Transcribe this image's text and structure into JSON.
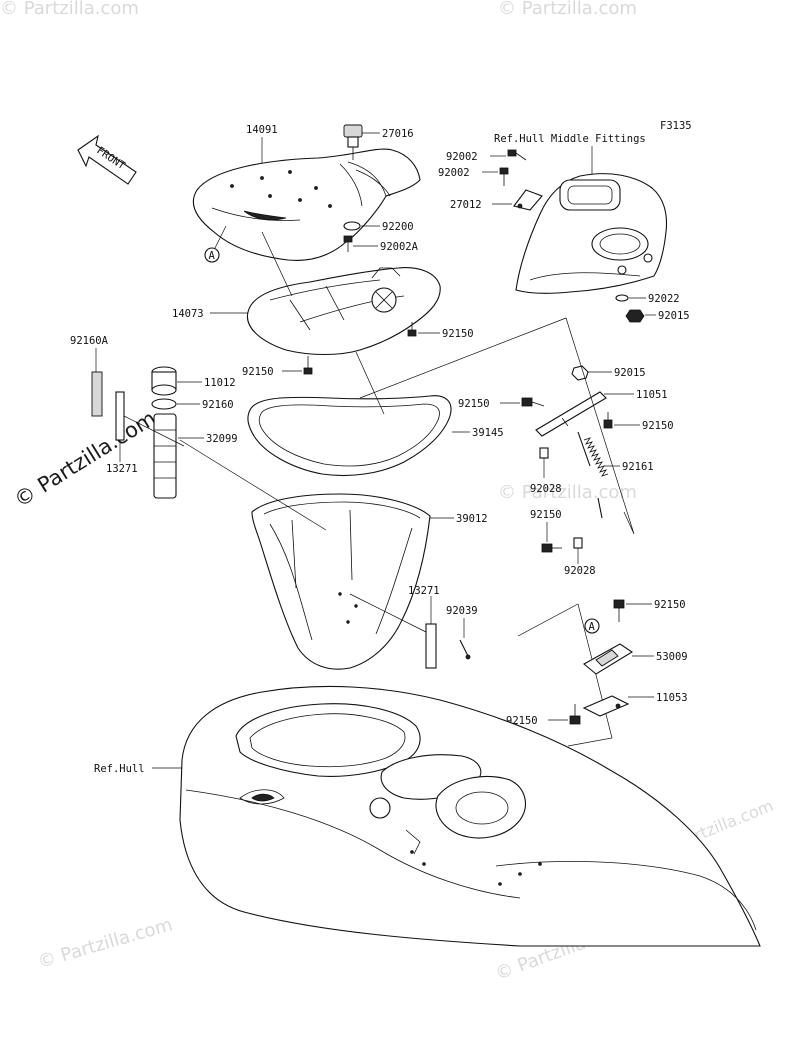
{
  "figure_code": "F3135",
  "front_arrow_label": "FRONT",
  "watermark": {
    "main": "© Partzilla.com",
    "tile": "© Partzilla.com"
  },
  "reference_labels": {
    "hull_middle_fittings": "Ref.Hull Middle Fittings",
    "hull": "Ref.Hull"
  },
  "callout_letter": "A",
  "parts": [
    {
      "id": "p14091",
      "number": "14091"
    },
    {
      "id": "p27016",
      "number": "27016"
    },
    {
      "id": "p92200",
      "number": "92200"
    },
    {
      "id": "p92002A",
      "number": "92002A"
    },
    {
      "id": "p14073",
      "number": "14073"
    },
    {
      "id": "p92150a",
      "number": "92150"
    },
    {
      "id": "p92150b",
      "number": "92150"
    },
    {
      "id": "p92002a",
      "number": "92002"
    },
    {
      "id": "p92002b",
      "number": "92002"
    },
    {
      "id": "p27012",
      "number": "27012"
    },
    {
      "id": "p92022",
      "number": "92022"
    },
    {
      "id": "p92015a",
      "number": "92015"
    },
    {
      "id": "p92160A",
      "number": "92160A"
    },
    {
      "id": "p11012",
      "number": "11012"
    },
    {
      "id": "p92160",
      "number": "92160"
    },
    {
      "id": "p32099",
      "number": "32099"
    },
    {
      "id": "p13271a",
      "number": "13271"
    },
    {
      "id": "p39145",
      "number": "39145"
    },
    {
      "id": "p92015b",
      "number": "92015"
    },
    {
      "id": "p11051",
      "number": "11051"
    },
    {
      "id": "p92150c",
      "number": "92150"
    },
    {
      "id": "p92150d",
      "number": "92150"
    },
    {
      "id": "p92161",
      "number": "92161"
    },
    {
      "id": "p92028a",
      "number": "92028"
    },
    {
      "id": "p92150e",
      "number": "92150"
    },
    {
      "id": "p92028b",
      "number": "92028"
    },
    {
      "id": "p39012",
      "number": "39012"
    },
    {
      "id": "p13271b",
      "number": "13271"
    },
    {
      "id": "p92039",
      "number": "92039"
    },
    {
      "id": "p92150f",
      "number": "92150"
    },
    {
      "id": "p53009",
      "number": "53009"
    },
    {
      "id": "p11053",
      "number": "11053"
    },
    {
      "id": "p92150g",
      "number": "92150"
    }
  ]
}
